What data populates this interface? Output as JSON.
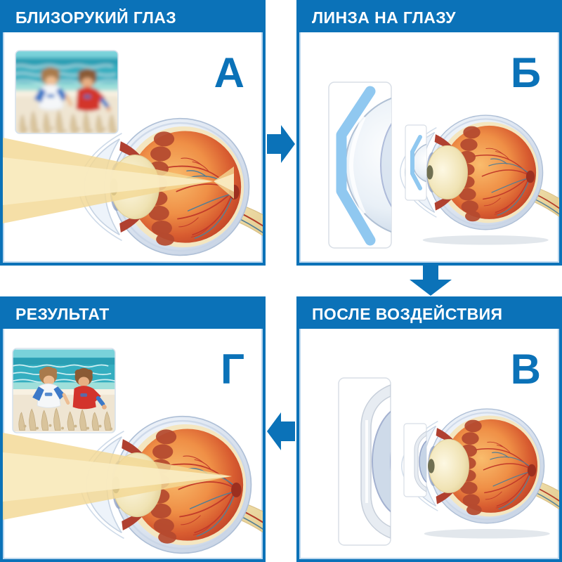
{
  "colors": {
    "primary_blue": "#0b72b8",
    "letter_blue": "#0b72b8",
    "beam_yellow": "#f3d894",
    "contact_lens_blue": "#90c8f0"
  },
  "panels": [
    {
      "key": "myopic-eye",
      "header": "БЛИЗОРУКИЙ ГЛАЗ",
      "letter": "А",
      "illustration": "eye-cross-section-beam-focused-before-retina",
      "photo": "blurred-children-on-beach-photo"
    },
    {
      "key": "lens-on-eye",
      "header": "ЛИНЗА НА ГЛАЗУ",
      "letter": "Б",
      "illustration": "eye-with-ortho-k-lens-magnified-inset"
    },
    {
      "key": "after-treatment",
      "header": "ПОСЛЕ ВОЗДЕЙСТВИЯ",
      "letter": "В",
      "illustration": "eye-with-flattened-cornea-magnified-inset"
    },
    {
      "key": "result",
      "header": "РЕЗУЛЬТАТ",
      "letter": "Г",
      "illustration": "eye-cross-section-beam-focused-on-retina",
      "photo": "sharp-children-on-beach-photo"
    }
  ],
  "arrows": [
    {
      "name": "arrow-a-to-b",
      "direction": "right"
    },
    {
      "name": "arrow-b-to-v",
      "direction": "down"
    },
    {
      "name": "arrow-v-to-g",
      "direction": "left"
    }
  ]
}
